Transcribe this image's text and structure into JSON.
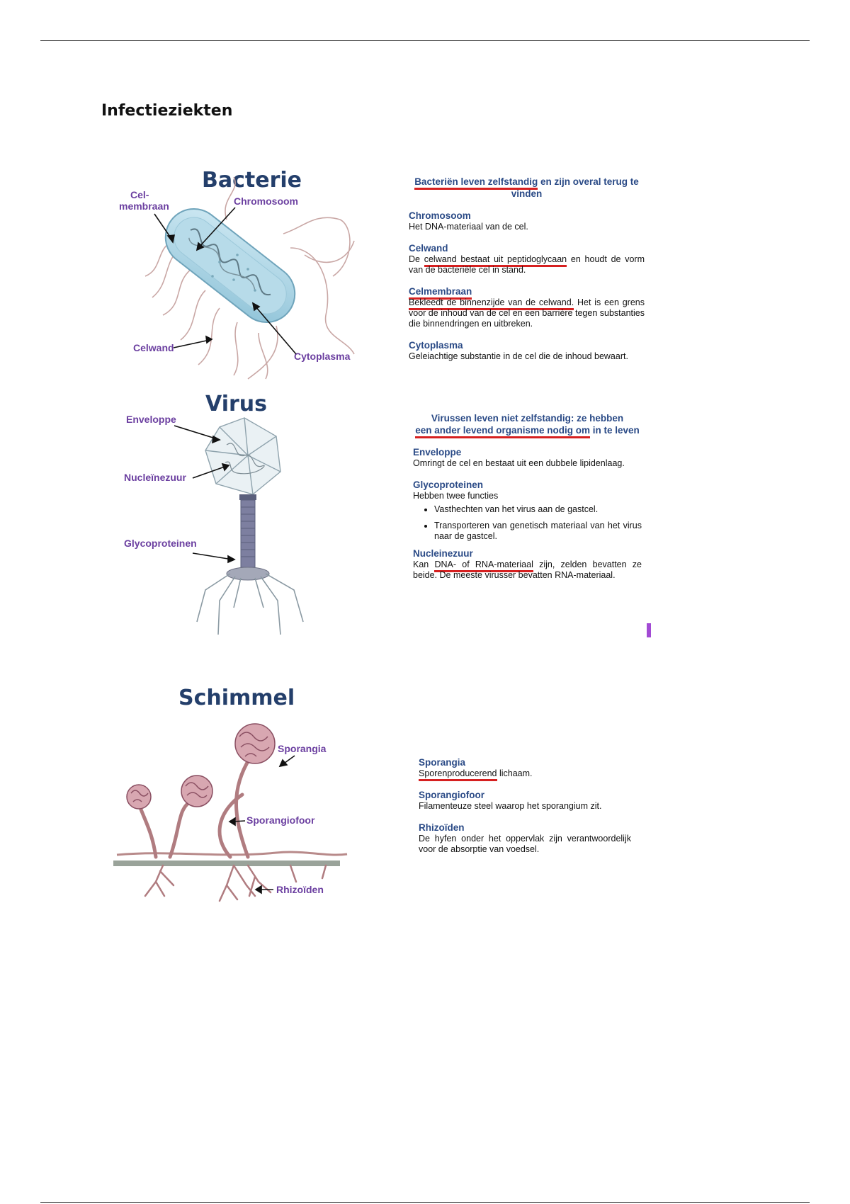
{
  "document": {
    "title": "Infectieziekten"
  },
  "bacteria": {
    "figure": {
      "title": "Bacterie",
      "labels": {
        "celmembraan_line1": "Cel-",
        "celmembraan_line2": "membraan",
        "chromosoom": "Chromosoom",
        "celwand": "Celwand",
        "cytoplasma": "Cytoplasma"
      }
    },
    "text": {
      "lead_underlined": "Bacteriën leven zelfstandig",
      "lead_rest": " en zijn overal terug te vinden",
      "items": [
        {
          "term": "Chromosoom",
          "desc": "Het DNA-materiaal van de cel."
        },
        {
          "term": "Celwand",
          "desc_pre": "De ",
          "desc_underlined": "celwand bestaat uit peptidoglycaan",
          "desc_post": " en houdt de vorm van de bacteriële cel in stand."
        },
        {
          "term": "Celmembraan",
          "desc_underlined": "Bekleedt de binnenzijde van de celwand.",
          "desc_post": " Het is een grens voor de inhoud van de cel en een barrière tegen substanties die binnendringen en uitbreken."
        },
        {
          "term": "Cytoplasma",
          "desc": "Geleiachtige substantie in de cel die de inhoud bewaart."
        }
      ]
    }
  },
  "virus": {
    "figure": {
      "title": "Virus",
      "labels": {
        "enveloppe": "Enveloppe",
        "nucleinezuur": "Nucleïnezuur",
        "glycoproteinen": "Glycoproteinen"
      }
    },
    "text": {
      "lead_line1": "Virussen leven niet zelfstandig: ze hebben",
      "lead_underlined": "een ander levend organisme nodig om",
      "lead_rest": " in te leven",
      "items": [
        {
          "term": "Enveloppe",
          "desc": "Omringt de cel en bestaat uit een dubbele lipidenlaag."
        },
        {
          "term": "Glycoproteinen",
          "desc": "Hebben twee functies",
          "bullets": [
            "Vasthechten van het virus aan de gastcel.",
            "Transporteren van genetisch materiaal van het virus naar de gastcel."
          ]
        },
        {
          "term": "Nucleinezuur",
          "desc_pre": "Kan ",
          "desc_underlined": "DNA- of RNA-materiaal",
          "desc_post": " zijn, zelden bevatten ze beide. De meeste virusser bevatten RNA-materiaal."
        }
      ]
    }
  },
  "fungus": {
    "figure": {
      "title": "Schimmel",
      "labels": {
        "sporangia": "Sporangia",
        "sporangiofoor": "Sporangiofoor",
        "rhizoiden": "Rhizoïden"
      }
    },
    "text": {
      "items": [
        {
          "term": "Sporangia",
          "desc_underlined": "Sporenproducerend",
          "desc_post": " lichaam."
        },
        {
          "term": "Sporangiofoor",
          "desc": "Filamenteuze steel waarop het sporangium zit."
        },
        {
          "term": "Rhizoïden",
          "desc": "De hyfen onder het oppervlak zijn verantwoordelijk voor de absorptie van voedsel."
        }
      ]
    }
  },
  "colors": {
    "heading_blue": "#2a4a86",
    "label_purple": "#6b3fa0",
    "underline_red": "#d62020"
  }
}
